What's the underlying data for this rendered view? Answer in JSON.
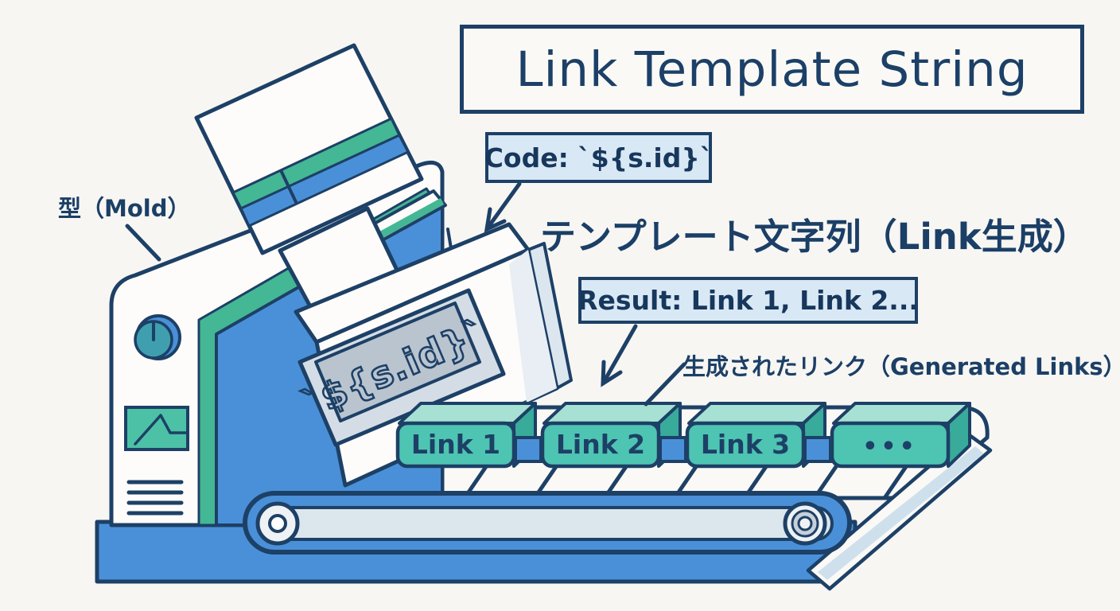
{
  "title": "Link Template String",
  "labels": {
    "code": "Code: `${s.id}`",
    "result": "Result: Link 1, Link 2...",
    "jp_heading": "テンプレート文字列（Link生成）",
    "generated_links": "生成されたリンク（Generated Links）",
    "mold": "型（Mold）"
  },
  "stamp": {
    "plate_text": "`${s.id}`"
  },
  "belt": {
    "blocks": [
      "Link 1",
      "Link 2",
      "Link 3",
      "•••"
    ]
  },
  "colors": {
    "background": "#f7f6f3",
    "outline_navy": "#1d4066",
    "text_navy": "#1b3f66",
    "machine_blue": "#4a90d8",
    "green_stripe": "#44b795",
    "block_teal": "#4ec4b2",
    "block_top_mint": "#a6e1d4",
    "block_side_teal": "#38ab9b",
    "label_chip_blue": "#d9e8f5",
    "plate_gray": "#bcc7d2",
    "belt_inner": "#dce6ed",
    "white": "#fdfcfa"
  }
}
